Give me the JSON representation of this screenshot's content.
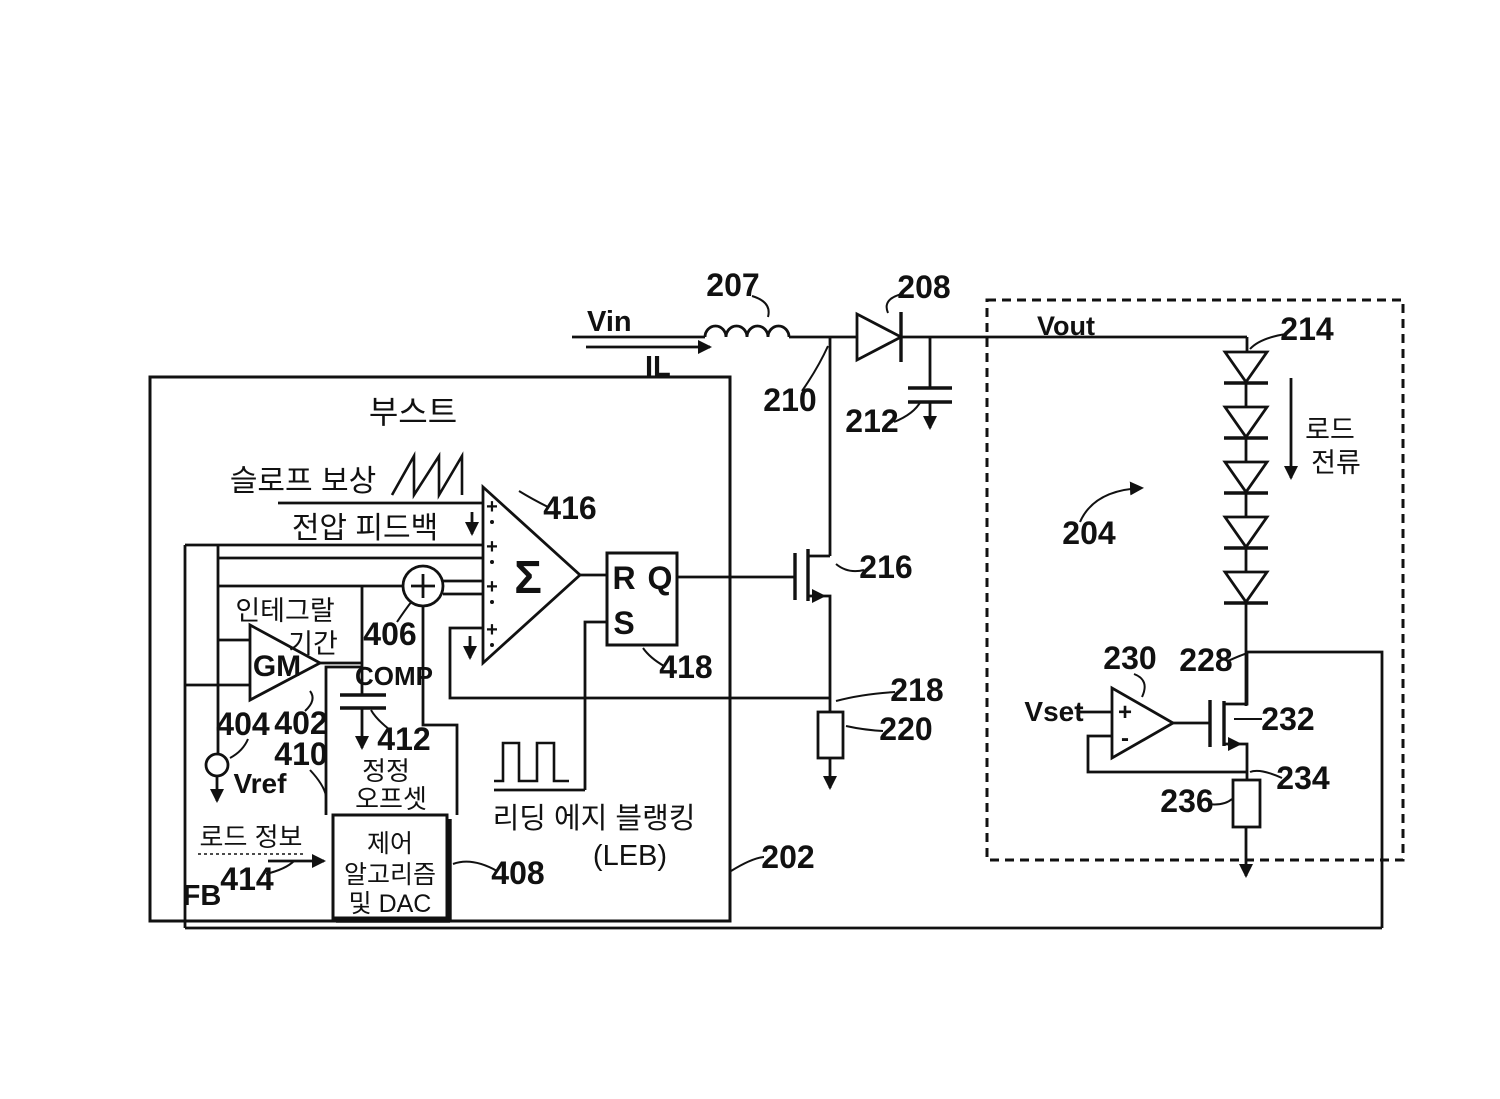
{
  "colors": {
    "ink": "#111111",
    "paper": "#ffffff"
  },
  "power_stage": {
    "vin": "Vin",
    "inductor_current": "IL",
    "inductor_ref": "207",
    "diode_ref": "208",
    "switch_node_ref": "210",
    "output_cap_ref": "212",
    "mosfet_ref": "216",
    "sense_node_ref": "218",
    "sense_resistor_ref": "220"
  },
  "controller": {
    "title": "부스트",
    "box_ref": "202",
    "slope_comp": "슬로프 보상",
    "voltage_feedback": "전압 피드백",
    "integral_word1": "인테그랄",
    "integral_word2": "기간",
    "gm": "GM",
    "gm_ref": "402",
    "vref_node_ref": "404",
    "vref": "Vref",
    "offset_block_ref": "410",
    "summer_ref": "406",
    "comp_node": "COMP",
    "comp_cap_ref": "412",
    "offset_word1": "정정",
    "offset_word2": "오프셋",
    "load_info": "로드 정보",
    "load_info_ref": "414",
    "fb": "FB",
    "dac_line1": "제어",
    "dac_line2": "알고리즘",
    "dac_line3": "및 DAC",
    "dac_ref": "408",
    "leb_line1": "리딩 에지 블랭킹",
    "leb_line2": "(LEB)",
    "sigma": "Σ",
    "comparator_ref": "416",
    "latch_r": "R",
    "latch_q": "Q",
    "latch_s": "S",
    "latch_ref": "418",
    "input_plus": "+"
  },
  "led_load": {
    "vout": "Vout",
    "led_ref": "214",
    "block_ref": "204",
    "load_current_word1": "로드",
    "load_current_word2": "전류",
    "sense_node_ref": "228",
    "vset": "Vset",
    "opamp_ref": "230",
    "opamp_plus": "+",
    "opamp_minus": "-",
    "mosfet_ref": "232",
    "source_node_ref": "234",
    "set_resistor_ref": "236"
  }
}
